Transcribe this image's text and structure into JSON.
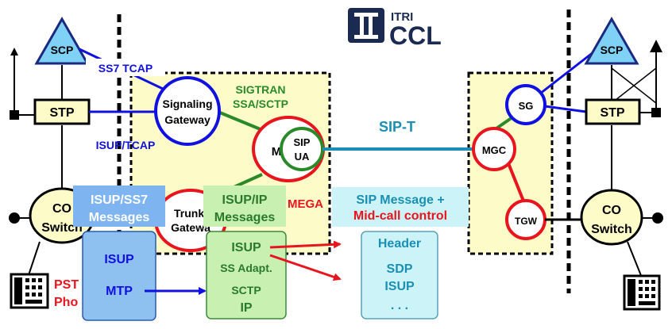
{
  "logo": {
    "org": "ITRI",
    "brand": "CCL"
  },
  "left_network": {
    "scp": "SCP",
    "stp": "STP",
    "co_switch_line1": "CO",
    "co_switch_line2": "Switch",
    "pstn_line1": "PST",
    "pstn_line2": "Pho"
  },
  "right_network": {
    "scp": "SCP",
    "stp": "STP",
    "co_switch_line1": "CO",
    "co_switch_line2": "Switch"
  },
  "gateway_box": {
    "signaling_gateway_line1": "Signaling",
    "signaling_gateway_line2": "Gateway",
    "mgc_partial": "M",
    "sip_ua_line1": "SIP",
    "sip_ua_line2": "UA",
    "trunking_gateway_line1": "Trunki",
    "trunking_gateway_line2": "Gatewa",
    "sigtran_line1": "SIGTRAN",
    "sigtran_line2": "SSA/SCTP",
    "mega_label": "MEGA"
  },
  "right_box": {
    "sg": "SG",
    "mgc": "MGC",
    "tgw": "TGW"
  },
  "labels": {
    "ss7_tcap": "SS7 TCAP",
    "isup_tcap": "ISUP/TCAP",
    "sip_t": "SIP-T",
    "isup_ss7_line1": "ISUP/SS7",
    "isup_ss7_line2": "Messages",
    "isup_ip_line1": "ISUP/IP",
    "isup_ip_line2": "Messages",
    "sip_msg_line1": "SIP Message +",
    "sip_msg_line2": "Mid-call control"
  },
  "stacks": {
    "ss7": [
      "ISUP",
      "MTP"
    ],
    "ip": [
      "ISUP",
      "SS Adapt.",
      "SCTP",
      "IP"
    ],
    "sip": [
      "Header",
      "SDP",
      "ISUP",
      ". . ."
    ]
  },
  "colors": {
    "blue": "#1010e0",
    "red": "#e8141e",
    "green": "#2a8a2a",
    "teal": "#1a8fb3",
    "yellow_fill": "#fdfcc8",
    "label_blue_bg": "#7eb4f0",
    "label_green_bg": "#c8f0b0",
    "label_cyan_bg": "#ccf4f8"
  }
}
